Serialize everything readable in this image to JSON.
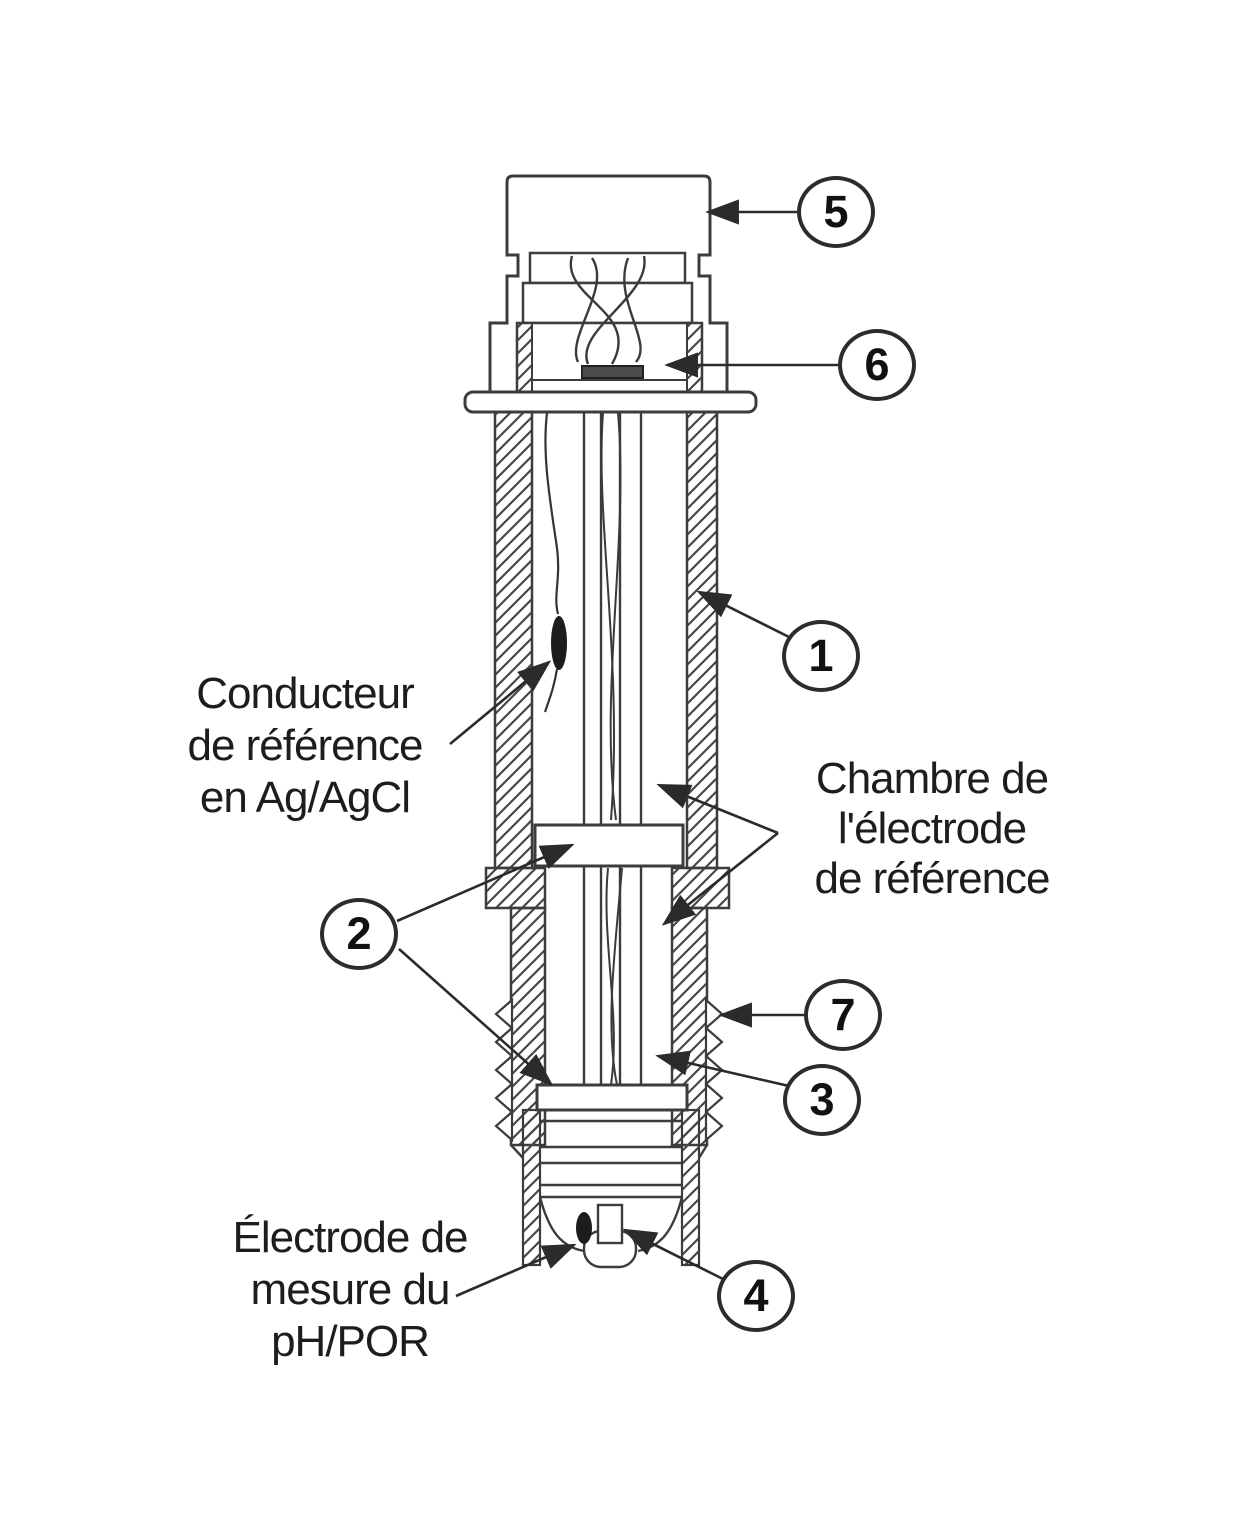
{
  "figure": {
    "background": "#ffffff",
    "ink": "#2f2f2f",
    "labels": {
      "reference_conductor": "Conducteur\nde référence\nen Ag/AgCl",
      "reference_chamber": "Chambre de\nl'électrode\nde référence",
      "measuring_electrode": "Électrode de\nmesure du\npH/POR"
    },
    "callouts": [
      {
        "number": "1"
      },
      {
        "number": "2"
      },
      {
        "number": "3"
      },
      {
        "number": "4"
      },
      {
        "number": "5"
      },
      {
        "number": "6"
      },
      {
        "number": "7"
      }
    ]
  }
}
